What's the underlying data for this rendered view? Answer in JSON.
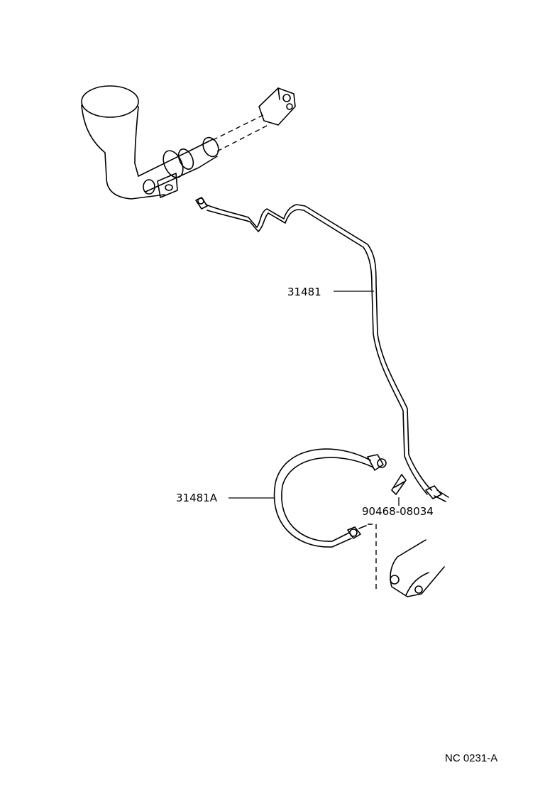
{
  "diagram": {
    "part_labels": [
      {
        "id": "tube",
        "text": "31481"
      },
      {
        "id": "hose",
        "text": "31481A"
      },
      {
        "id": "clip",
        "text": "90468-08034"
      }
    ],
    "figure_code": "NC 0231-A"
  }
}
